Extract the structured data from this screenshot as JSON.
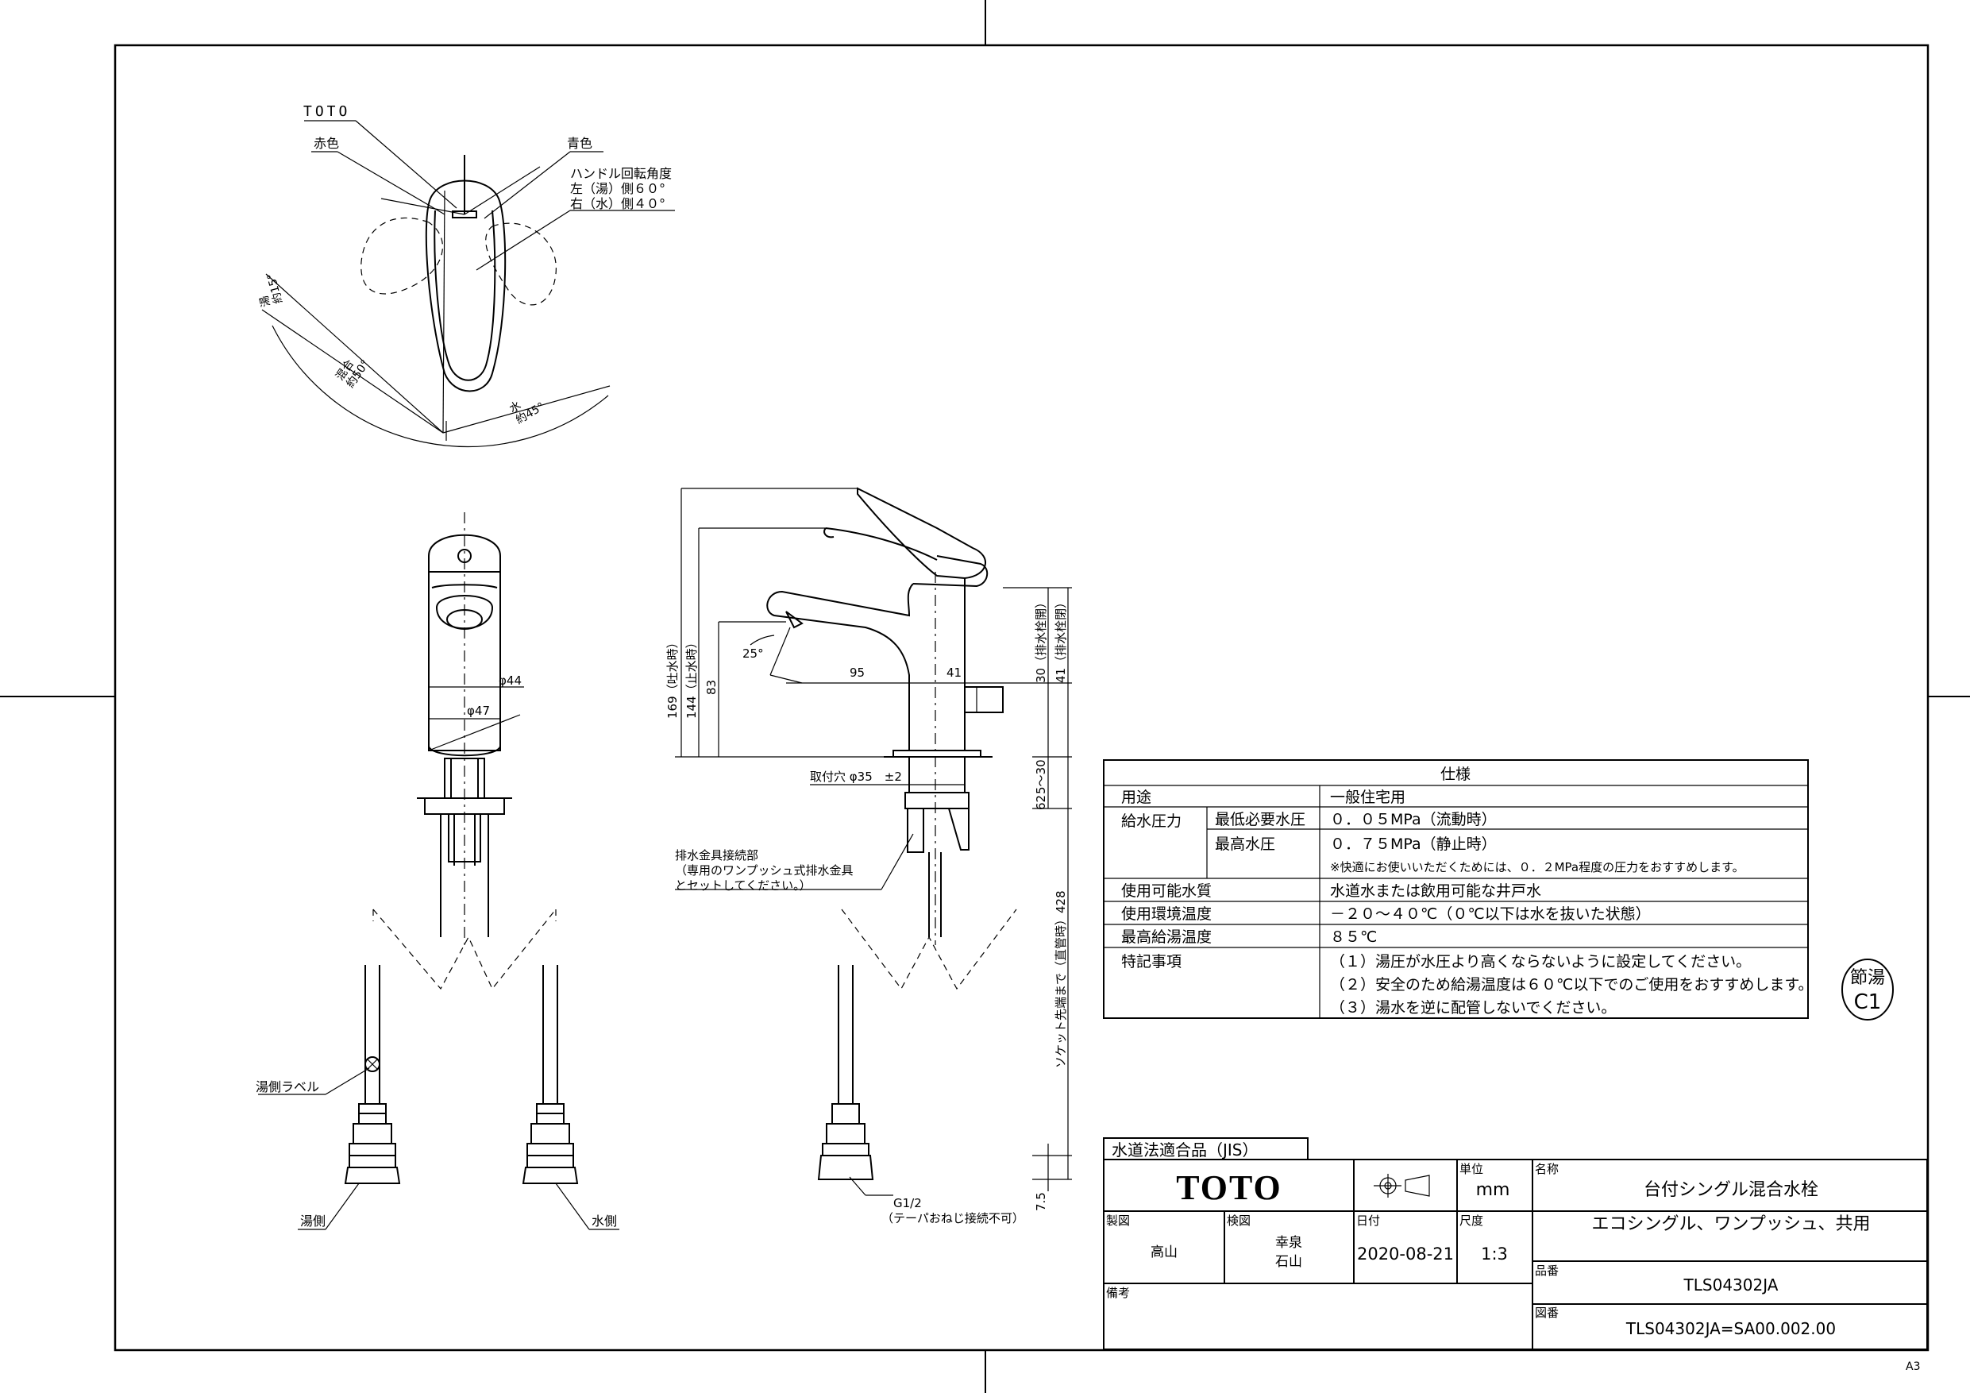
{
  "top_view": {
    "brand_label": "TOTO",
    "red_label": "赤色",
    "blue_label": "青色",
    "rotation_title": "ハンドル回転角度",
    "rotation_hot": "左（湯）側６０°",
    "rotation_cold": "右（水）側４０°",
    "angle_hot_name": "湯",
    "angle_hot_value": "約15°",
    "angle_mix_name": "混合",
    "angle_mix_value": "約50°",
    "angle_cold_name": "水",
    "angle_cold_value": "約45°"
  },
  "front_view": {
    "dia_44": "φ44",
    "dia_47": "φ47",
    "hot_label": "湯側ラベル",
    "hot_side": "湯側",
    "cold_side": "水側"
  },
  "side_view": {
    "dim_169": "169（吐水時）",
    "dim_144": "144（止水時）",
    "dim_83": "83",
    "dim_95": "95",
    "dim_41": "41",
    "angle_25": "25°",
    "dim_30_drain": "30（排水栓開）",
    "dim_41_drain": "41（排水栓閉）",
    "mount_hole": "取付穴 φ35　±2",
    "dim_5_30": "5〜30",
    "dim_62": "62",
    "dim_428": "ソケット先端まで（直管時）428",
    "dim_7_5": "7.5",
    "drain_note_1": "排水金具接続部",
    "drain_note_2": "（専用のワンプッシュ式排水金具",
    "drain_note_3": "とセットしてください。）",
    "thread_1": "G1/2",
    "thread_2": "（テーパおねじ接続不可）"
  },
  "spec_table": {
    "header": "仕様",
    "rows": [
      {
        "label": "用途",
        "sub": "",
        "value": "一般住宅用"
      },
      {
        "label": "給水圧力",
        "sub": "最低必要水圧",
        "value": "０．０５MPa（流動時）"
      },
      {
        "label": "",
        "sub": "最高水圧",
        "value": "０．７５MPa（静止時）"
      },
      {
        "label": "",
        "sub": "",
        "value": "※快適にお使いいただくためには、０．２MPa程度の圧力をおすすめします。"
      },
      {
        "label": "使用可能水質",
        "sub": "",
        "value": "水道水または飲用可能な井戸水"
      },
      {
        "label": "使用環境温度",
        "sub": "",
        "value": "－２０〜４０℃（０℃以下は水を抜いた状態）"
      },
      {
        "label": "最高給湯温度",
        "sub": "",
        "value": "８５℃"
      },
      {
        "label": "特記事項",
        "sub": "",
        "value": "（１）湯圧が水圧より高くならないように設定してください。"
      },
      {
        "label": "",
        "sub": "",
        "value": "（２）安全のため給湯温度は６０℃以下でのご使用をおすすめします。"
      },
      {
        "label": "",
        "sub": "",
        "value": "（３）湯水を逆に配管しないでください。"
      }
    ]
  },
  "stamp": {
    "line1": "節湯",
    "line2": "C1"
  },
  "title_block": {
    "jis": "水道法適合品（JIS）",
    "logo": "TOTO",
    "unit_label": "単位",
    "unit_value": "mm",
    "name_label": "名称",
    "name_line1": "台付シングル混合水栓",
    "name_line2": "エコシングル、ワンプッシュ、共用",
    "drawn_label": "製図",
    "drawn_value": "高山",
    "checked_label": "検図",
    "checked_value1": "幸泉",
    "checked_value2": "石山",
    "date_label": "日付",
    "date_value": "2020-08-21",
    "scale_label": "尺度",
    "scale_value": "1:3",
    "part_label": "品番",
    "part_value": "TLS04302JA",
    "remarks_label": "備考",
    "drawing_label": "図番",
    "drawing_value": "TLS04302JA=SA00.002.00",
    "sheet_size": "A3"
  }
}
